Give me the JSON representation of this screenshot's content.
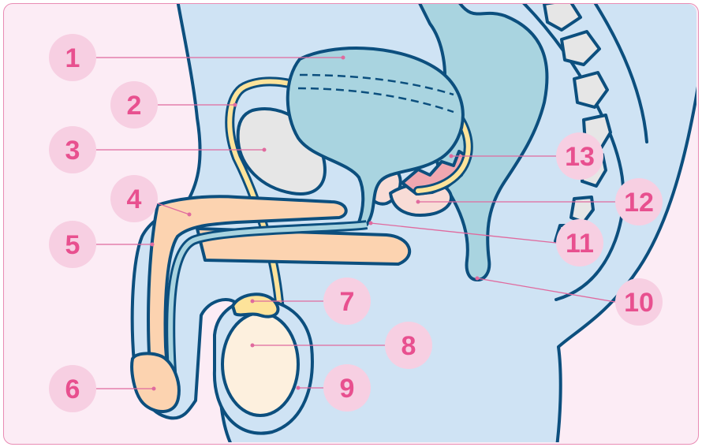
{
  "colors": {
    "background": "#fcecf5",
    "border": "#e88cb4",
    "body_fill": "#cfe3f4",
    "outline": "#0c4f7e",
    "bladder": "#a9d4e0",
    "rectum": "#a9d4e0",
    "pubic_bone": "#e6e6e6",
    "erectile_tissue": "#fcd3b0",
    "testis": "#fdf0de",
    "epididymis": "#fde39a",
    "vas_deferens": "#fde39a",
    "seminal_vesicle": "#f0a7b0",
    "prostate": "#f8dcd6",
    "vertebra": "#e6e6e6",
    "label_circle": "#f7cfe2",
    "label_text": "#e8508f",
    "leader_line": "#e06a9e"
  },
  "labels": [
    {
      "number": "1"
    },
    {
      "number": "2"
    },
    {
      "number": "3"
    },
    {
      "number": "4"
    },
    {
      "number": "5"
    },
    {
      "number": "6"
    },
    {
      "number": "7"
    },
    {
      "number": "8"
    },
    {
      "number": "9"
    },
    {
      "number": "10"
    },
    {
      "number": "11"
    },
    {
      "number": "12"
    },
    {
      "number": "13"
    }
  ]
}
